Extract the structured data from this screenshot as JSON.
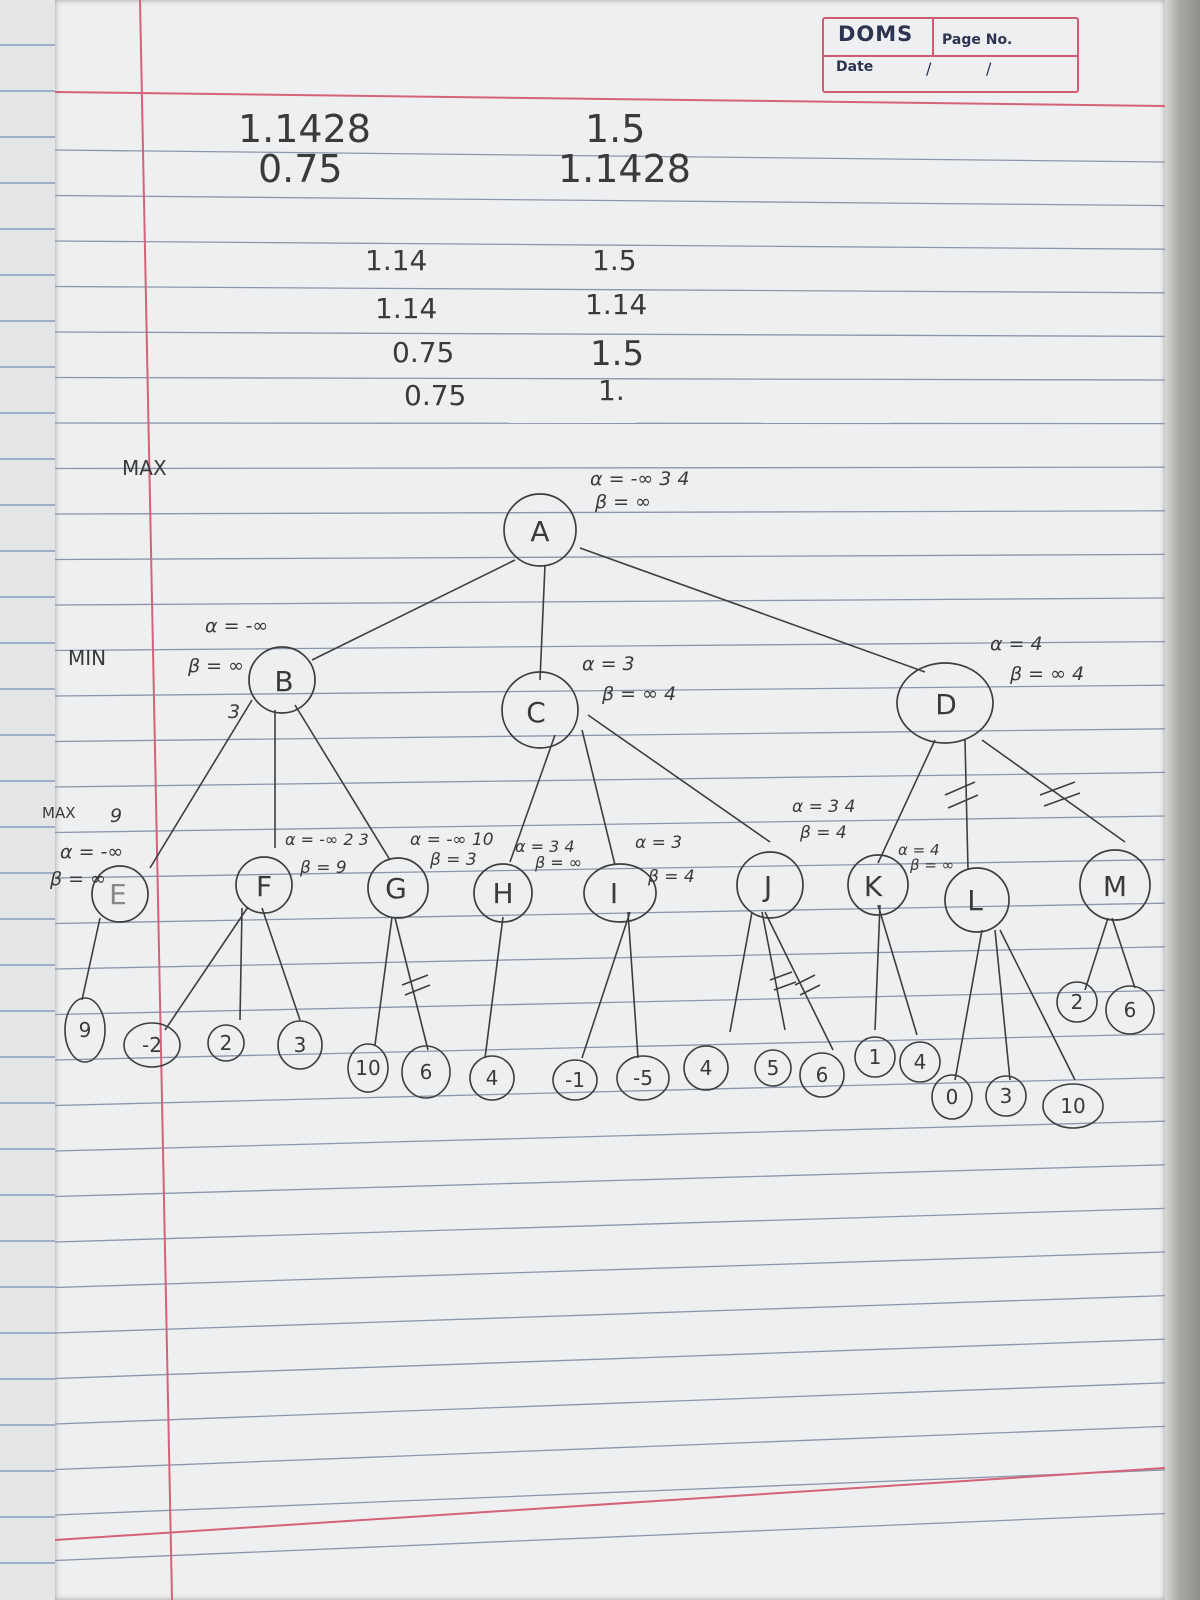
{
  "header": {
    "brand": "DOMS",
    "page_no_label": "Page No.",
    "date_label": "Date",
    "date_slash_1": "/",
    "date_slash_2": "/"
  },
  "calculations": {
    "row1_left": "1.1428",
    "row1_right": "1.5",
    "row2_left": "0.75",
    "row2_right": "1.1428",
    "list_left": [
      "1.14",
      "1.14",
      "0.75",
      "0.75"
    ],
    "list_right": [
      "1.5",
      "1.14",
      "1.5",
      "1."
    ]
  },
  "level_labels": {
    "max": "MAX",
    "min": "MIN",
    "max_bottom": "MAX"
  },
  "tree": {
    "nodes": {
      "A": "A",
      "B": "B",
      "C": "C",
      "D": "D",
      "E": "E",
      "F": "F",
      "G": "G",
      "H": "H",
      "I": "I",
      "J": "J",
      "K": "K",
      "L": "L",
      "M": "M"
    },
    "leaves": [
      "9",
      "-2",
      "2",
      "3",
      "10",
      "6",
      "4",
      "-1",
      "-5",
      "4",
      "5",
      "6",
      "1",
      "4",
      "0",
      "3",
      "10",
      "2",
      "6"
    ],
    "annotations": {
      "A_alpha": "α = -∞ 3 4",
      "A_beta": "β = ∞",
      "B_alpha": "α = -∞",
      "B_beta": "β = ∞",
      "B_beta_new": "3",
      "C_alpha": "α = 3",
      "C_beta": "β = ∞ 4",
      "D_alpha": "α = 4",
      "D_beta": "β = ∞ 4",
      "E_label": "9",
      "E_alpha": "α = -∞",
      "E_beta": "β = ∞",
      "F_alpha": "α = -∞ 2 3",
      "F_beta": "β = 9",
      "G_alpha": "α = -∞ 10",
      "G_beta": "β = 3",
      "H_alpha": "α = 3 4",
      "H_beta": "β = ∞",
      "I_alpha": "α = 3",
      "I_beta": "β = 4",
      "J_alpha": "α = 3 4",
      "J_beta": "β = 4",
      "K_alpha": "α = 4",
      "K_beta": "β = ∞"
    }
  }
}
